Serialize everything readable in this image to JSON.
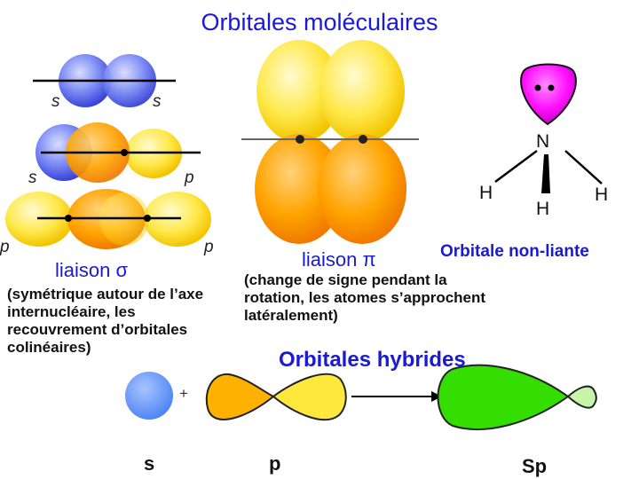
{
  "title": "Orbitales moléculaires",
  "sigma": {
    "row1": {
      "left": "s",
      "right": "s"
    },
    "row2": {
      "left": "s",
      "right": "p"
    },
    "row3": {
      "left": "p",
      "right": "p"
    },
    "label": "liaison σ",
    "description": "(symétrique autour de l’axe internucléaire, les recouvrement d’orbitales colinéaires)"
  },
  "pi": {
    "label": "liaison π",
    "description": "(change de signe pendant la rotation, les atomes s’approchent latéralement)"
  },
  "nonbonding": {
    "title": "Orbitale non-liante",
    "central_atom": "N",
    "h_left": "H",
    "h_middle": "H",
    "h_right": "H"
  },
  "hybrid": {
    "title": "Orbitales hybrides",
    "plus": "+",
    "s_label": "s",
    "p_label": "p",
    "sp_label": "Sp"
  },
  "colors": {
    "title_blue": "#1a1ad4",
    "s_orbital": "#5a6ef0",
    "p_orbital": "#ffa000",
    "p_orbital_light": "#ffe650",
    "lone_pair": "#ff00ff",
    "hybrid_green": "#33dd00"
  }
}
